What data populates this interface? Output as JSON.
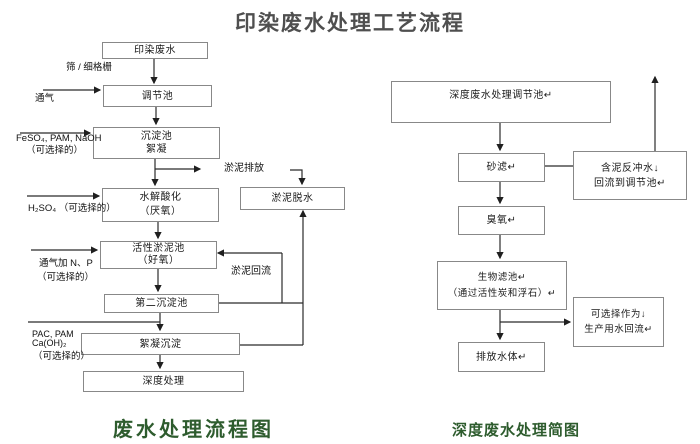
{
  "title": "印染废水处理工艺流程",
  "colors": {
    "title": "#4f4f4f",
    "caption": "#2e5c2e",
    "box_border": "#888888",
    "line": "#2b2b2b"
  },
  "left_chart": {
    "caption": "废水处理流程图",
    "boxes": {
      "influent": "印染废水",
      "regulating": "调节池",
      "sedimentation1": "沉淀池",
      "sedimentation2": "絮凝",
      "hydrolysis1": "水解酸化",
      "hydrolysis2": "（厌氧）",
      "activated1": "活性淤泥池",
      "activated2": "（好氧）",
      "secondary": "第二沉淀池",
      "flocculation": "絮凝沉淀",
      "advanced": "深度处理",
      "dewatering": "淤泥脱水"
    },
    "labels": {
      "screen": "筛 / 细格栅",
      "aeration": "通气",
      "feso4": "FeSO₄, PAM, NaOH",
      "optional_1": "（可选择的）",
      "h2so4": "H₂SO₄ （可选择的）",
      "aeration_np": "通气加 N、P",
      "optional_2": "（可选择的）",
      "pac_pam": "PAC, PAM",
      "caoh2": "Ca(OH)₂",
      "optional_3": "（可选择的）",
      "sludge_discharge": "淤泥排放",
      "sludge_return": "淤泥回流"
    }
  },
  "right_chart": {
    "caption": "深度废水处理简图",
    "boxes": {
      "deep_regulating": "深度废水处理调节池↵",
      "sand_filter": "砂滤↵",
      "backwash1": "含泥反冲水↓",
      "backwash2": "回流到调节池↵",
      "ozone": "臭氧↵",
      "biofilter1": "生物滤池↵",
      "biofilter2": "（通过活性炭和浮石）↵",
      "optional1": "可选择作为↓",
      "optional2": "生产用水回流↵",
      "discharge": "排放水体↵"
    }
  }
}
